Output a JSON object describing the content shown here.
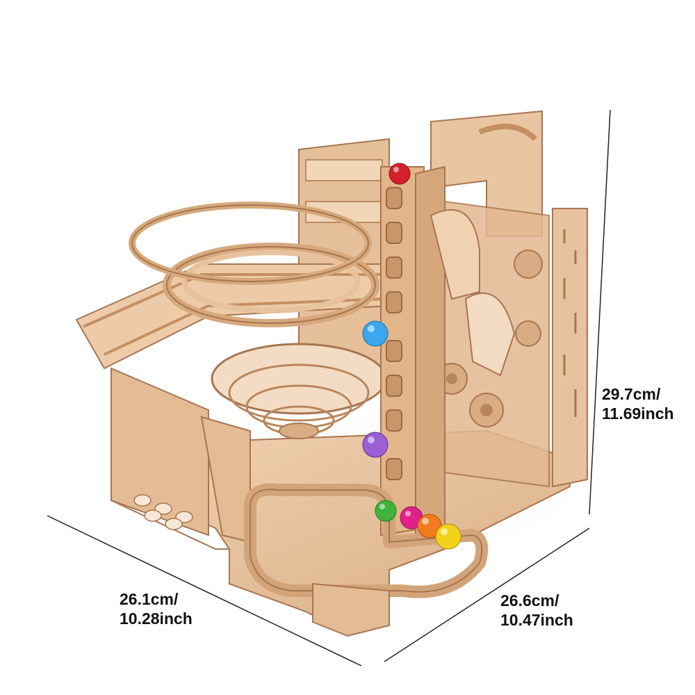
{
  "product": {
    "name_icon": "wooden-marble-run-model",
    "wood_color": "#e7c29e",
    "wood_shadow": "#c79a70",
    "edge_color": "#a87550"
  },
  "dimensions": {
    "height": {
      "line1": "29.7cm/",
      "line2": "11.69inch"
    },
    "width_left": {
      "line1": "26.1cm/",
      "line2": "10.28inch"
    },
    "width_right": {
      "line1": "26.6cm/",
      "line2": "10.47inch"
    }
  },
  "marbles": [
    {
      "color": "#d4202a"
    },
    {
      "color": "#3aa7ee"
    },
    {
      "color": "#9b5fd6"
    },
    {
      "color": "#3fb33b"
    },
    {
      "color": "#e0218a"
    },
    {
      "color": "#f37a1f"
    },
    {
      "color": "#f4d21a"
    }
  ]
}
